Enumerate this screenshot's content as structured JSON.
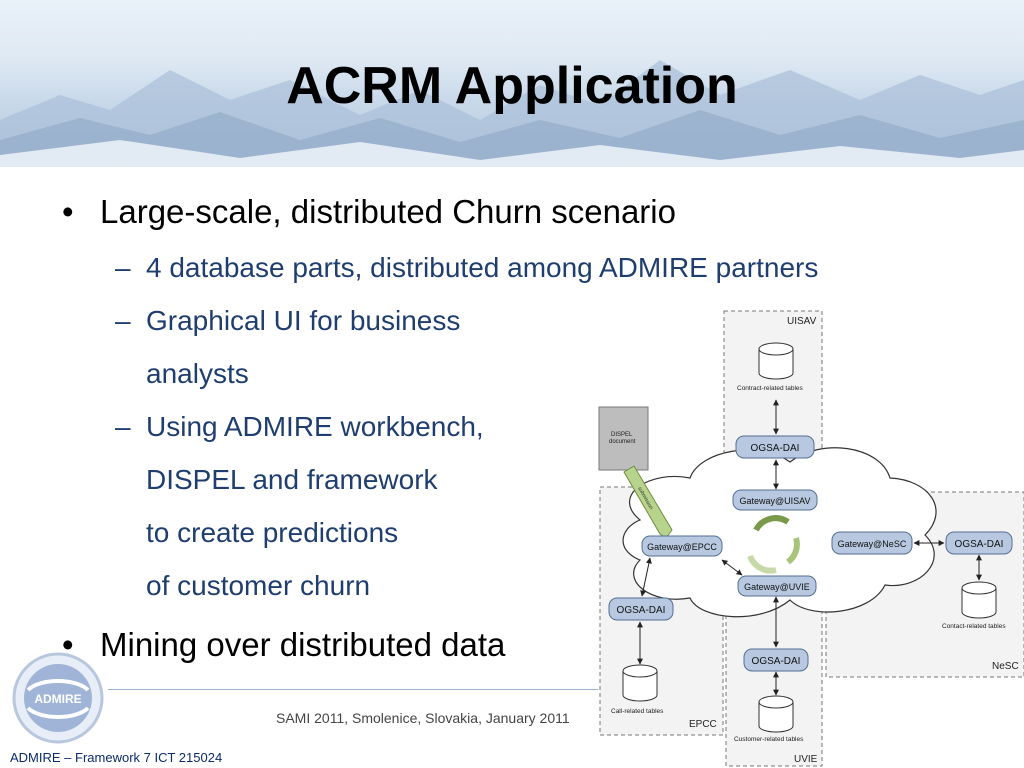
{
  "slide": {
    "title": "ACRM Application"
  },
  "bullets": [
    {
      "text": "Large-scale, distributed Churn scenario",
      "subs": [
        "4 database parts, distributed among ADMIRE partners",
        "Graphical UI for business",
        "analysts",
        "Using ADMIRE workbench,",
        "DISPEL and framework",
        "to create predictions",
        "of customer churn"
      ]
    },
    {
      "text": "Mining over distributed data"
    }
  ],
  "diagram": {
    "sites": {
      "uisav": "UISAV",
      "nesc": "NeSC",
      "epcc": "EPCC",
      "uvie": "UVIE"
    },
    "tables": {
      "contract": "Contract-related tables",
      "contact": "Contact-related tables",
      "call": "Call-related tables",
      "customer": "Customer-related tables"
    },
    "nodes": {
      "ogsa_dai": "OGSA-DAI",
      "gw_uisav": "Gateway@UISAV",
      "gw_epcc": "Gateway@EPCC",
      "gw_nesc": "Gateway@NeSC",
      "gw_uvie": "Gateway@UVIE"
    },
    "dispel_doc": [
      "DISPEL",
      "document"
    ],
    "arrow_label": "submission"
  },
  "footer": {
    "text": "SAMI 2011, Smolenice, Slovakia, January 2011",
    "left": "ADMIRE – Framework 7 ICT 215024",
    "logo": "ADMIRE"
  },
  "colors": {
    "subtext": "#1f3e6f",
    "node_fill": "#b7c8e0",
    "node_stroke": "#556e94"
  }
}
